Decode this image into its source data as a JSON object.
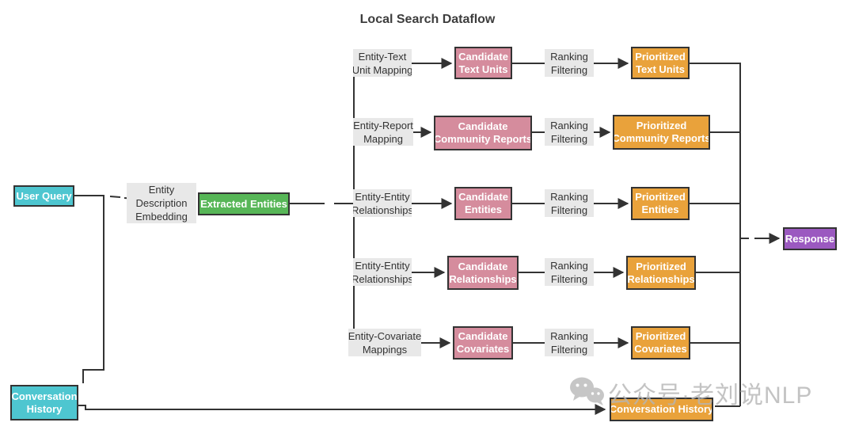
{
  "title": "Local Search Dataflow",
  "colors": {
    "teal": "#4EC6D0",
    "green": "#57B657",
    "pink": "#D58C9D",
    "orange": "#E9A23B",
    "purple": "#9B59C0",
    "line": "#333333",
    "label_bg": "#E8E8E8"
  },
  "nodes": {
    "user_query": {
      "label": "User Query"
    },
    "conversation_history": {
      "line1": "Conversation",
      "line2": "History"
    },
    "extracted_entities": {
      "label": "Extracted Entities"
    },
    "candidate_text_units": {
      "line1": "Candidate",
      "line2": "Text Units"
    },
    "candidate_community_reports": {
      "line1": "Candidate",
      "line2": "Community Reports"
    },
    "candidate_entities": {
      "line1": "Candidate",
      "line2": "Entities"
    },
    "candidate_relationships": {
      "line1": "Candidate",
      "line2": "Relationships"
    },
    "candidate_covariates": {
      "line1": "Candidate",
      "line2": "Covariates"
    },
    "prioritized_text_units": {
      "line1": "Prioritized",
      "line2": "Text Units"
    },
    "prioritized_community_reports": {
      "line1": "Prioritized",
      "line2": "Community Reports"
    },
    "prioritized_entities": {
      "line1": "Prioritized",
      "line2": "Entities"
    },
    "prioritized_relationships": {
      "line1": "Prioritized",
      "line2": "Relationships"
    },
    "prioritized_covariates": {
      "line1": "Prioritized",
      "line2": "Covariates"
    },
    "response": {
      "label": "Response"
    },
    "conversation_history_result": {
      "label": "Conversation History"
    }
  },
  "edge_labels": {
    "entity_description_embedding": {
      "line1": "Entity",
      "line2": "Description",
      "line3": "Embedding"
    },
    "mappings": [
      {
        "line1": "Entity-Text",
        "line2": "Unit Mapping"
      },
      {
        "line1": "Entity-Report",
        "line2": "Mapping"
      },
      {
        "line1": "Entity-Entity",
        "line2": "Relationships"
      },
      {
        "line1": "Entity-Entity",
        "line2": "Relationships"
      },
      {
        "line1": "Entity-Covariate",
        "line2": "Mappings"
      }
    ],
    "ranking_filtering": {
      "line1": "Ranking",
      "line2": "Filtering"
    }
  },
  "watermark": {
    "text": "公众号·老刘说NLP",
    "icon": "wechat-icon"
  }
}
